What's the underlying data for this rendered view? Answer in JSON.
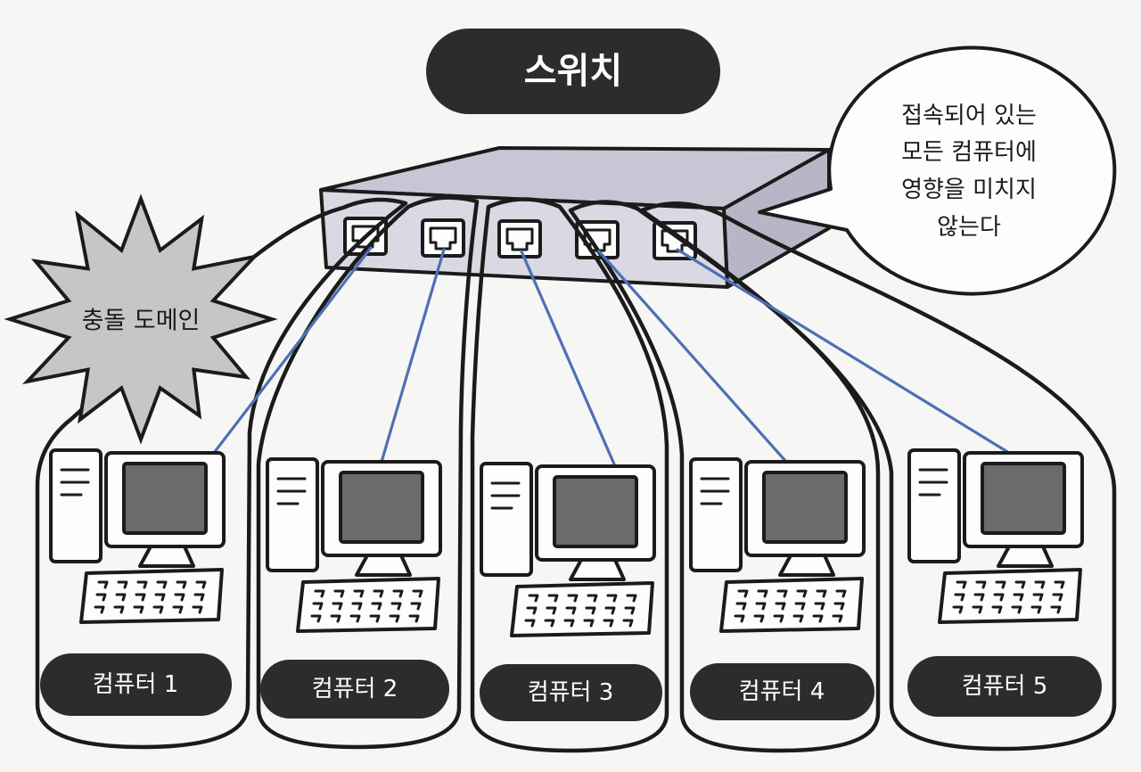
{
  "title": "스위치",
  "collision_domain": "충돌 도메인",
  "callout": {
    "lines": [
      "접속되어 있는",
      "모든 컴퓨터에",
      "영향을 미치지",
      "않는다"
    ]
  },
  "computers": [
    {
      "label": "컴퓨터 1"
    },
    {
      "label": "컴퓨터 2"
    },
    {
      "label": "컴퓨터 3"
    },
    {
      "label": "컴퓨터 4"
    },
    {
      "label": "컴퓨터 5"
    }
  ],
  "colors": {
    "ink": "#1b1b1b",
    "link": "#4f6fb4",
    "pill": "#2c2c2c",
    "star": "#c6c6c6",
    "screen": "#6b6b6b",
    "switch_top": "#c7c6d5",
    "switch_front": "#d9d8e3",
    "switch_side": "#b7b6c6"
  }
}
